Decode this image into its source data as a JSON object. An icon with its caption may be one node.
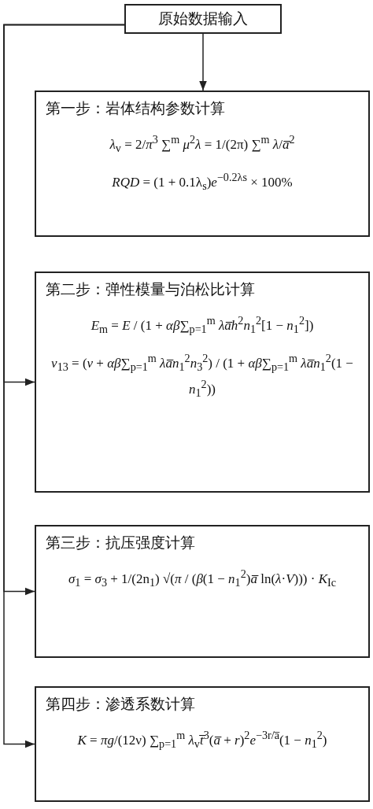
{
  "diagram": {
    "nodes": [
      {
        "text": [
          "原始数据输入"
        ]
      },
      {
        "text": [
          "第一步：岩体结构参数计算",
          "*λ*$_{v}$ = 2/*π*$^{3}$ ∑$^{m}$ *μ*$^{2}$*λ* = 1/(2π) ∑$^{m}$ *λ*/*a̅*$^{2}$",
          "*RQD* = (1 + 0.1λ$_{s}$)*e*$^{−0.2λs}$ × 100%"
        ]
      },
      {
        "text": [
          "第二步：弹性模量与泊松比计算",
          "*E*$_{m}$ = *E* / (1 + *αβ*∑$_{p=1}$$^{m}$ *λa̅h*$^{2}$*n*$_{1}$$^{2}$[1 − *n*$_{1}$$^{2}$])",
          "*ν*$_{13}$ = (*ν* + *αβ*∑$_{p=1}$$^{m}$ *λa̅n*$_{1}$$^{2}$*n*$_{3}$$^{2}$) / (1 + *αβ*∑$_{p=1}$$^{m}$ *λa̅n*$_{1}$$^{2}$(1 − *n*$_{1}$$^{2}$))"
        ]
      },
      {
        "text": [
          "第三步：抗压强度计算",
          "*σ*$_{1}$ = *σ*$_{3}$ + 1/(2n$_{1}$) √(*π* / (*β*(1 − *n*$_{1}$$^{2}$)*a̅* ln(*λ*·*V*))) · *K*$_{Ic}$"
        ]
      },
      {
        "text": [
          "第四步：渗透系数计算",
          "*K* = *πg*/(12ν) ∑$_{p=1}$$^{m}$ *λ*$_{v}$*t̅*$^{3}$(*a̅* + *r*)$^{2}$*e*$^{−3r/a̅}$(1 − *n*$_{1}$$^{2}$)"
        ]
      }
    ],
    "edges": [
      {
        "from": 0,
        "to": 1,
        "arrow": "to"
      },
      {
        "from": 0,
        "to": 2,
        "arrow": "to"
      },
      {
        "from": 0,
        "to": 3,
        "arrow": "to"
      },
      {
        "from": 0,
        "to": 4,
        "arrow": "to"
      }
    ]
  }
}
